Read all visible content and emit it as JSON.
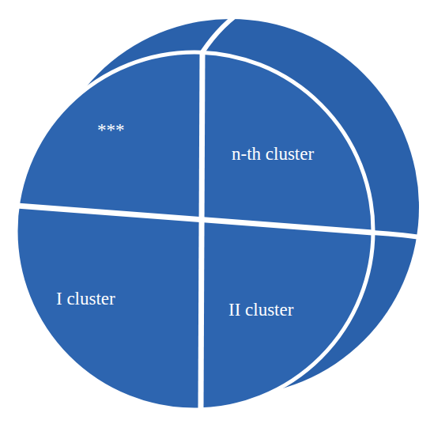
{
  "diagram": {
    "nodes": [
      {
        "text": [
          "***"
        ]
      },
      {
        "text": [
          "n-th cluster"
        ]
      },
      {
        "text": [
          "I cluster"
        ]
      },
      {
        "text": [
          "II cluster"
        ]
      }
    ]
  }
}
